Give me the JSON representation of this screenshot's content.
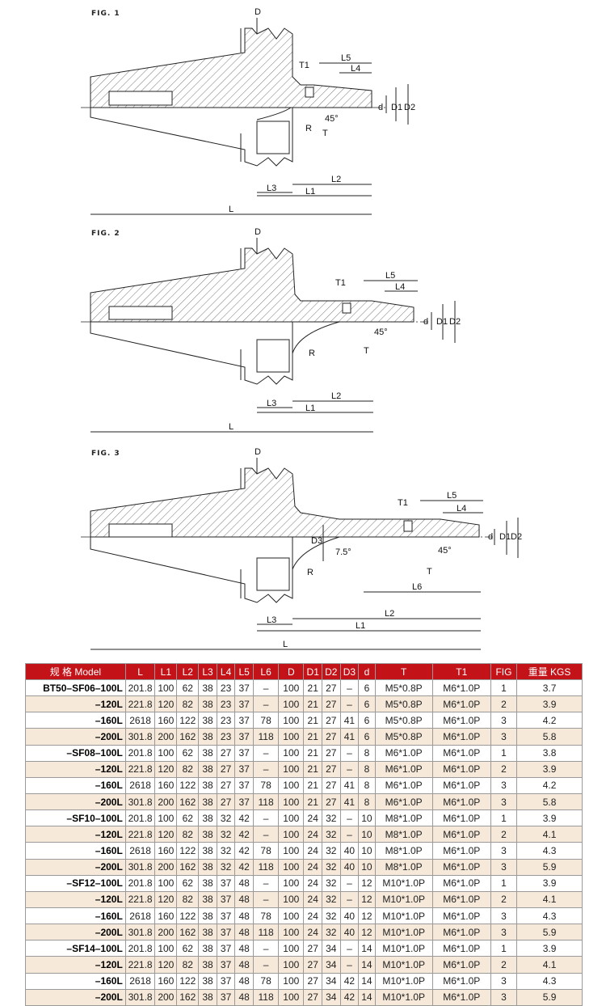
{
  "figures": [
    {
      "label": "FIG. 1",
      "labels": {
        "D": "D",
        "T1": "T1",
        "L5": "L5",
        "L4": "L4",
        "d": "d",
        "D1": "D1",
        "D2": "D2",
        "angle": "45°",
        "R": "R",
        "T": "T",
        "L2": "L2",
        "L3": "L3",
        "L1": "L1",
        "L": "L"
      }
    },
    {
      "label": "FIG. 2",
      "labels": {
        "D": "D",
        "T1": "T1",
        "L5": "L5",
        "L4": "L4",
        "d": "d",
        "D1": "D1",
        "D2": "D2",
        "angle": "45°",
        "R": "R",
        "T": "T",
        "L2": "L2",
        "L3": "L3",
        "L1": "L1",
        "L": "L"
      }
    },
    {
      "label": "FIG. 3",
      "labels": {
        "D": "D",
        "T1": "T1",
        "L5": "L5",
        "L4": "L4",
        "d": "d",
        "D1": "D1",
        "D2": "D2",
        "angle": "45°",
        "angle2": "7.5°",
        "D3": "D3",
        "R": "R",
        "T": "T",
        "L6": "L6",
        "L2": "L2",
        "L3": "L3",
        "L1": "L1",
        "L": "L"
      }
    }
  ],
  "table": {
    "headers": [
      "规 格 Model",
      "L",
      "L1",
      "L2",
      "L3",
      "L4",
      "L5",
      "L6",
      "D",
      "D1",
      "D2",
      "D3",
      "d",
      "T",
      "T1",
      "FIG",
      "重量 KGS"
    ],
    "rows": [
      [
        "BT50–SF06–100L",
        "201.8",
        "100",
        "62",
        "38",
        "23",
        "37",
        "–",
        "100",
        "21",
        "27",
        "–",
        "6",
        "M5*0.8P",
        "M6*1.0P",
        "1",
        "3.7"
      ],
      [
        "–120L",
        "221.8",
        "120",
        "82",
        "38",
        "23",
        "37",
        "–",
        "100",
        "21",
        "27",
        "–",
        "6",
        "M5*0.8P",
        "M6*1.0P",
        "2",
        "3.9"
      ],
      [
        "–160L",
        "2618",
        "160",
        "122",
        "38",
        "23",
        "37",
        "78",
        "100",
        "21",
        "27",
        "41",
        "6",
        "M5*0.8P",
        "M6*1.0P",
        "3",
        "4.2"
      ],
      [
        "–200L",
        "301.8",
        "200",
        "162",
        "38",
        "23",
        "37",
        "118",
        "100",
        "21",
        "27",
        "41",
        "6",
        "M5*0.8P",
        "M6*1.0P",
        "3",
        "5.8"
      ],
      [
        "–SF08–100L",
        "201.8",
        "100",
        "62",
        "38",
        "27",
        "37",
        "–",
        "100",
        "21",
        "27",
        "–",
        "8",
        "M6*1.0P",
        "M6*1.0P",
        "1",
        "3.8"
      ],
      [
        "–120L",
        "221.8",
        "120",
        "82",
        "38",
        "27",
        "37",
        "–",
        "100",
        "21",
        "27",
        "–",
        "8",
        "M6*1.0P",
        "M6*1.0P",
        "2",
        "3.9"
      ],
      [
        "–160L",
        "2618",
        "160",
        "122",
        "38",
        "27",
        "37",
        "78",
        "100",
        "21",
        "27",
        "41",
        "8",
        "M6*1.0P",
        "M6*1.0P",
        "3",
        "4.2"
      ],
      [
        "–200L",
        "301.8",
        "200",
        "162",
        "38",
        "27",
        "37",
        "118",
        "100",
        "21",
        "27",
        "41",
        "8",
        "M6*1.0P",
        "M6*1.0P",
        "3",
        "5.8"
      ],
      [
        "–SF10–100L",
        "201.8",
        "100",
        "62",
        "38",
        "32",
        "42",
        "–",
        "100",
        "24",
        "32",
        "–",
        "10",
        "M8*1.0P",
        "M6*1.0P",
        "1",
        "3.9"
      ],
      [
        "–120L",
        "221.8",
        "120",
        "82",
        "38",
        "32",
        "42",
        "–",
        "100",
        "24",
        "32",
        "–",
        "10",
        "M8*1.0P",
        "M6*1.0P",
        "2",
        "4.1"
      ],
      [
        "–160L",
        "2618",
        "160",
        "122",
        "38",
        "32",
        "42",
        "78",
        "100",
        "24",
        "32",
        "40",
        "10",
        "M8*1.0P",
        "M6*1.0P",
        "3",
        "4.3"
      ],
      [
        "–200L",
        "301.8",
        "200",
        "162",
        "38",
        "32",
        "42",
        "118",
        "100",
        "24",
        "32",
        "40",
        "10",
        "M8*1.0P",
        "M6*1.0P",
        "3",
        "5.9"
      ],
      [
        "–SF12–100L",
        "201.8",
        "100",
        "62",
        "38",
        "37",
        "48",
        "–",
        "100",
        "24",
        "32",
        "–",
        "12",
        "M10*1.0P",
        "M6*1.0P",
        "1",
        "3.9"
      ],
      [
        "–120L",
        "221.8",
        "120",
        "82",
        "38",
        "37",
        "48",
        "–",
        "100",
        "24",
        "32",
        "–",
        "12",
        "M10*1.0P",
        "M6*1.0P",
        "2",
        "4.1"
      ],
      [
        "–160L",
        "2618",
        "160",
        "122",
        "38",
        "37",
        "48",
        "78",
        "100",
        "24",
        "32",
        "40",
        "12",
        "M10*1.0P",
        "M6*1.0P",
        "3",
        "4.3"
      ],
      [
        "–200L",
        "301.8",
        "200",
        "162",
        "38",
        "37",
        "48",
        "118",
        "100",
        "24",
        "32",
        "40",
        "12",
        "M10*1.0P",
        "M6*1.0P",
        "3",
        "5.9"
      ],
      [
        "–SF14–100L",
        "201.8",
        "100",
        "62",
        "38",
        "37",
        "48",
        "–",
        "100",
        "27",
        "34",
        "–",
        "14",
        "M10*1.0P",
        "M6*1.0P",
        "1",
        "3.9"
      ],
      [
        "–120L",
        "221.8",
        "120",
        "82",
        "38",
        "37",
        "48",
        "–",
        "100",
        "27",
        "34",
        "–",
        "14",
        "M10*1.0P",
        "M6*1.0P",
        "2",
        "4.1"
      ],
      [
        "–160L",
        "2618",
        "160",
        "122",
        "38",
        "37",
        "48",
        "78",
        "100",
        "27",
        "34",
        "42",
        "14",
        "M10*1.0P",
        "M6*1.0P",
        "3",
        "4.3"
      ],
      [
        "–200L",
        "301.8",
        "200",
        "162",
        "38",
        "37",
        "48",
        "118",
        "100",
        "27",
        "34",
        "42",
        "14",
        "M10*1.0P",
        "M6*1.0P",
        "3",
        "5.9"
      ]
    ]
  }
}
